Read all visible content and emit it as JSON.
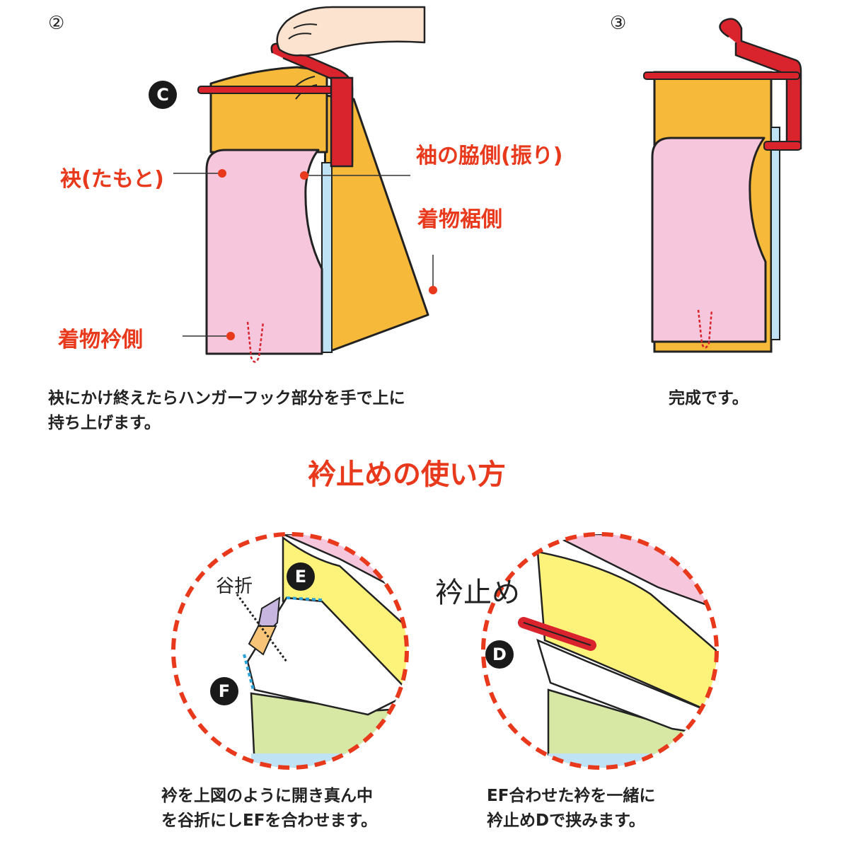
{
  "step2": {
    "number": "②",
    "labels": {
      "tamoto": "袂(たもと)",
      "sode_wakigawa": "袖の脇側(振り)",
      "suso_gawa": "着物裾側",
      "eri_gawa": "着物衿側"
    },
    "badge_c": "C",
    "caption_line1": "袂にかけ終えたらハンガーフック部分を手で上に",
    "caption_line2": "持ち上げます。"
  },
  "step3": {
    "number": "③",
    "caption": "完成です。"
  },
  "section_title": "衿止めの使い方",
  "detail_left": {
    "label_tanioru": "谷折",
    "badge_e": "E",
    "badge_f": "F",
    "caption_line1": "衿を上図のように開き真ん中",
    "caption_line2": "を谷折にしEFを合わせます。"
  },
  "detail_right": {
    "label_eridome": "衿止め",
    "badge_d": "D",
    "caption_line1": "EF合わせた衿を一緒に",
    "caption_line2": "衿止めDで挟みます。"
  },
  "colors": {
    "accent_red": "#e8391c",
    "hanger_red": "#d9232d",
    "kimono_orange": "#f7b93a",
    "sleeve_pink": "#f6c6dc",
    "light_yellow": "#fdf27a",
    "light_green": "#d6e8a4",
    "light_blue": "#bfe3f5"
  }
}
